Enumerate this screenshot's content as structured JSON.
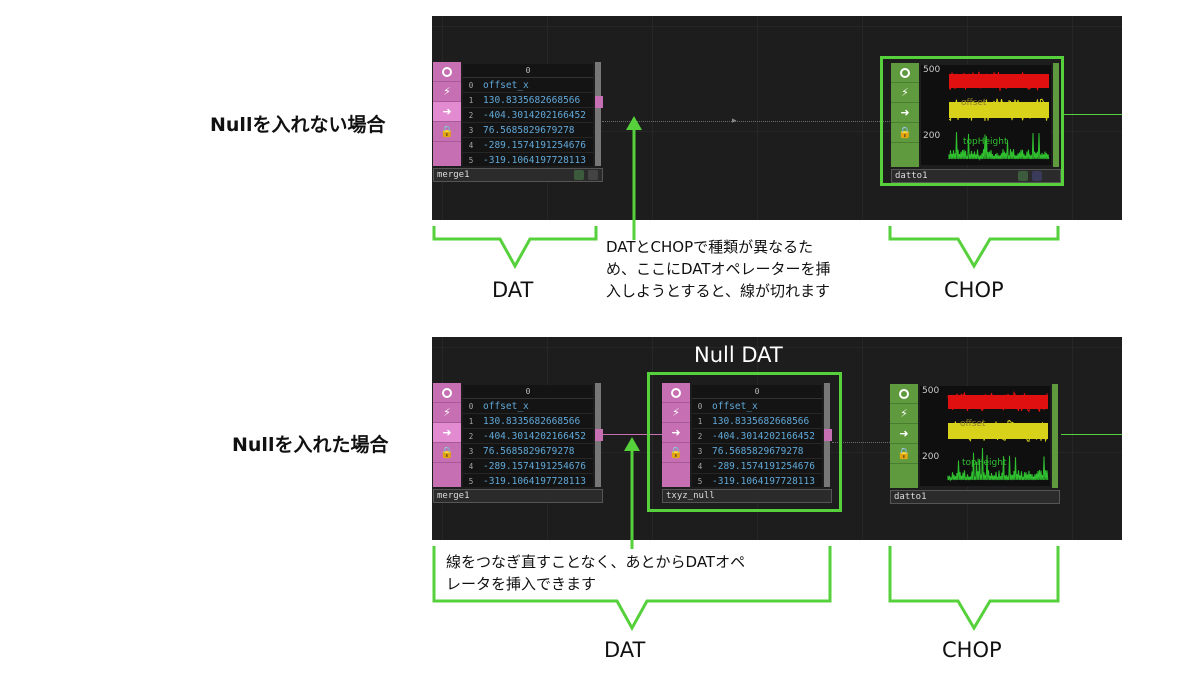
{
  "top": {
    "row_label": "Nullを入れない場合",
    "callout": "DATとCHOPで種類が異なるため、ここにDATオペレーターを挿入しようとすると、線が切れます",
    "callout_line1": "DATとCHOPで種類が異なるた",
    "callout_line2": "め、ここにDATオペレーターを挿",
    "callout_line3": "入しようとすると、線が切れます",
    "dat_label": "DAT",
    "chop_label": "CHOP",
    "merge_node": "merge1",
    "chop_node": "datto1"
  },
  "bottom": {
    "row_label": "Nullを入れた場合",
    "null_title": "Null DAT",
    "callout_line1": "線をつなぎ直すことなく、あとからDATオペ",
    "callout_line2": "レータを挿入できます",
    "dat_label": "DAT",
    "chop_label": "CHOP",
    "merge_node": "merge1",
    "null_node": "txyz_null",
    "chop_node": "datto1"
  },
  "table": {
    "col_header": "0",
    "rows": [
      {
        "idx": "0",
        "val": "offset_x"
      },
      {
        "idx": "1",
        "val": "130.8335682668566"
      },
      {
        "idx": "2",
        "val": "-404.3014202166452"
      },
      {
        "idx": "3",
        "val": "76.5685829679278"
      },
      {
        "idx": "4",
        "val": "-289.1574191254676"
      },
      {
        "idx": "5",
        "val": "-319.1064197728113"
      }
    ]
  },
  "chop_graph": {
    "tick_top": "500",
    "tick_mid": "200",
    "label_offset": "offset",
    "label_height": "topHeight"
  },
  "colors": {
    "highlight_green": "#56d13c",
    "dat_pink": "#c66fb2",
    "chop_green": "#5f9b3e",
    "panel_bg": "#1d1d1d",
    "red_channel": "#e01010",
    "yellow_channel": "#d8d21a",
    "green_channel": "#2fbf2f"
  },
  "icons": [
    "viewer-icon",
    "bypass-icon",
    "arrow-icon",
    "lock-icon"
  ]
}
